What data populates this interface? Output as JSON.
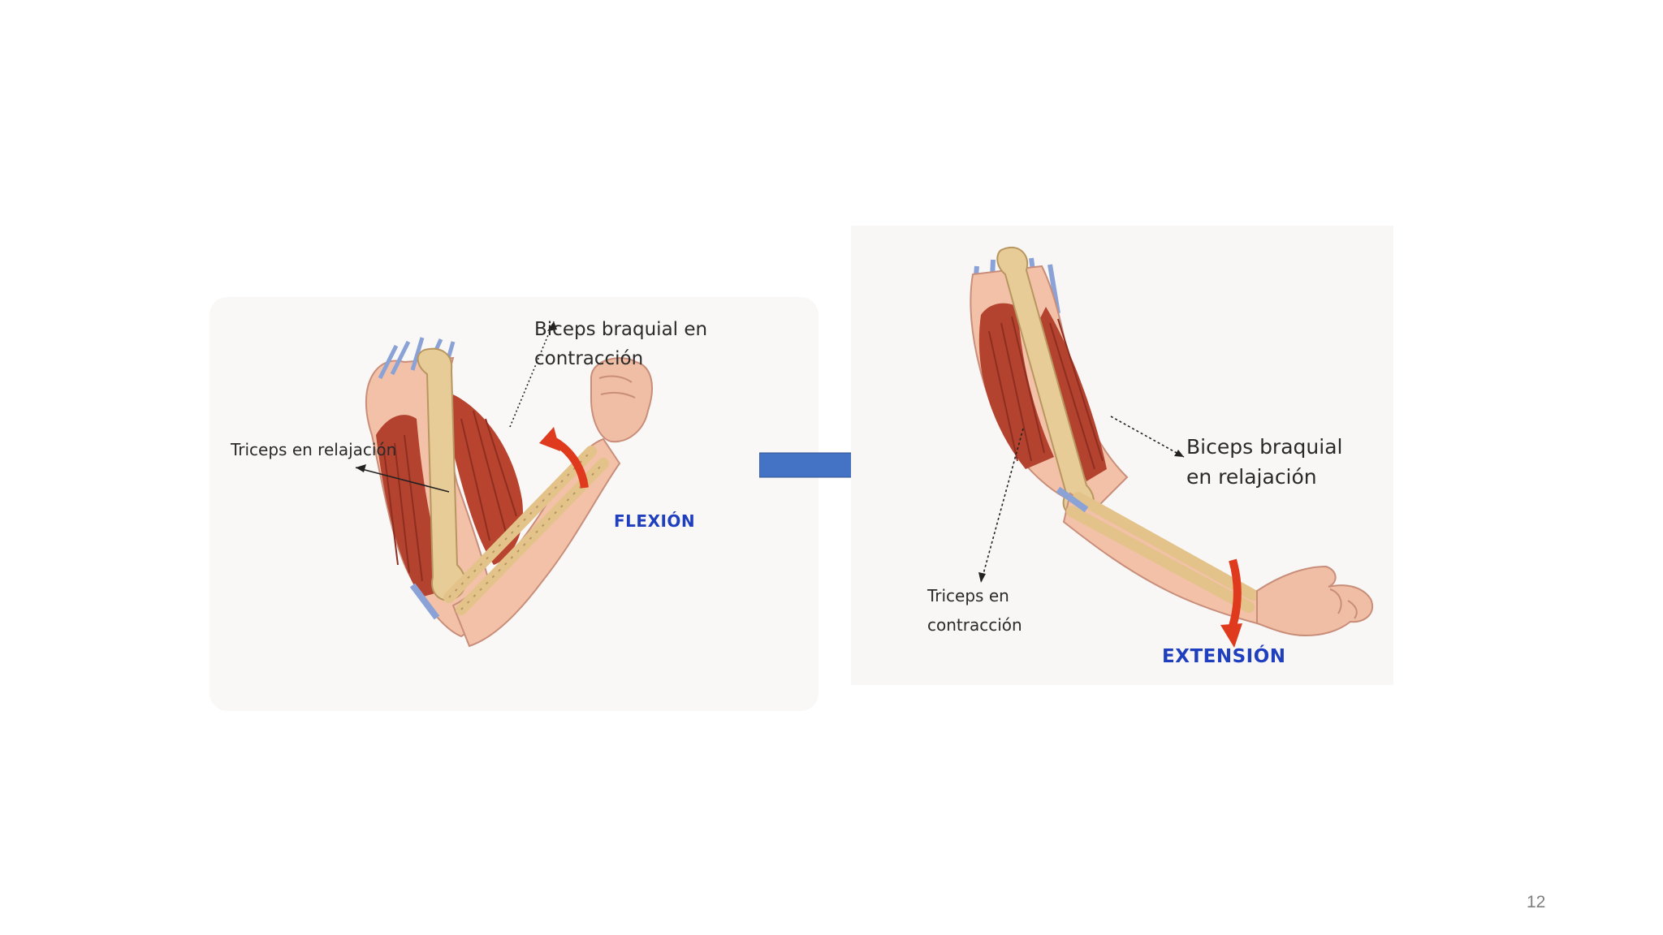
{
  "slide": {
    "page_number": "12"
  },
  "flexion": {
    "biceps_label": "Biceps braquial en contracción",
    "triceps_label": "Triceps en relajación",
    "motion_label": "FLEXIÓN"
  },
  "extension": {
    "biceps_label": "Biceps braquial\nen relajación",
    "triceps_label": "Triceps en\ncontracción",
    "motion_label": "EXTENSIÓN"
  },
  "colors": {
    "arrow": "#4472c4",
    "motion_label": "#1f3fbf",
    "rotation_arrow": "#e03a1e",
    "muscle": "#b3422f",
    "bone": "#e8cc98"
  },
  "icons": {
    "transition": "right-arrow-icon",
    "rotation": "curved-arrow-icon"
  }
}
